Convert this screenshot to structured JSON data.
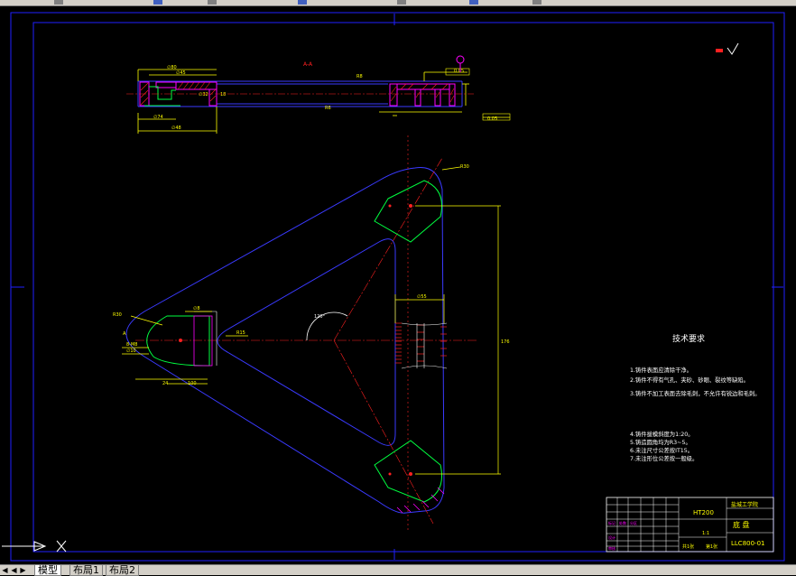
{
  "drawing": {
    "section_label": "A-A",
    "roughness_symbol": "?",
    "tech_title": "技术要求",
    "tech_lines": [
      "1.铸件表面应清除干净。",
      "2.铸件不得有气孔、夹砂、砂眼、裂纹等缺陷。",
      "3.铸件不加工表面去除毛刺，不允许有锐边和毛刺。",
      "4.铸件拔模斜度为1:20。",
      "5.铸造圆角均为R3~5。",
      "6.未注尺寸公差按IT15。",
      "7.未注形位公差按一般级。"
    ],
    "title_block": {
      "material": "HT200",
      "school": "盐城工学院",
      "part_name": "底 盘",
      "drawing_no": "LLC800-01",
      "scale_label": "1:1",
      "sheet_label": "共1张",
      "sheet_of": "第1张"
    },
    "colors": {
      "frame": "#2020ff",
      "outline": "#3a3aff",
      "dimension": "#ffff00",
      "center": "#ff2020",
      "green": "#00ff40",
      "hatch": "#ff00ff",
      "text_white": "#ffffff"
    }
  },
  "tabs": {
    "model": "模型",
    "layout1": "布局1",
    "layout2": "布局2"
  },
  "ucs": {
    "axis_x": "X"
  }
}
